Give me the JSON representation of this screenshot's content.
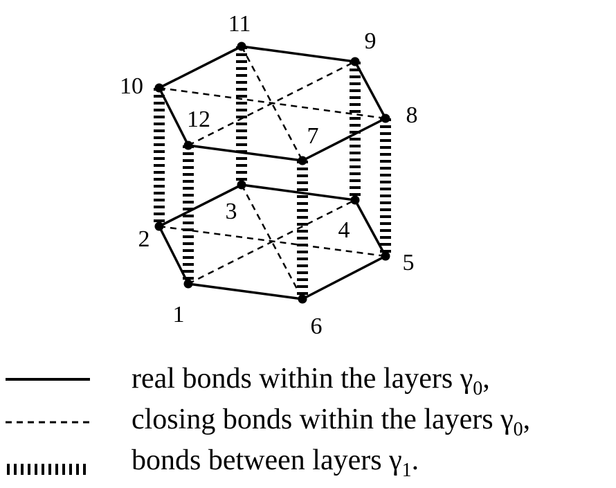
{
  "atoms": [
    {
      "id": "1",
      "label": "1"
    },
    {
      "id": "2",
      "label": "2"
    },
    {
      "id": "3",
      "label": "3"
    },
    {
      "id": "4",
      "label": "4"
    },
    {
      "id": "5",
      "label": "5"
    },
    {
      "id": "6",
      "label": "6"
    },
    {
      "id": "7",
      "label": "7"
    },
    {
      "id": "8",
      "label": "8"
    },
    {
      "id": "9",
      "label": "9"
    },
    {
      "id": "10",
      "label": "10"
    },
    {
      "id": "11",
      "label": "11"
    },
    {
      "id": "12",
      "label": "12"
    }
  ],
  "bonds": {
    "real": [
      [
        "1",
        "2"
      ],
      [
        "1",
        "6"
      ],
      [
        "6",
        "5"
      ],
      [
        "5",
        "4"
      ],
      [
        "4",
        "3"
      ],
      [
        "3",
        "2"
      ],
      [
        "10",
        "11"
      ],
      [
        "11",
        "9"
      ],
      [
        "9",
        "8"
      ],
      [
        "8",
        "7"
      ],
      [
        "7",
        "12"
      ],
      [
        "12",
        "10"
      ]
    ],
    "closing": [
      [
        "2",
        "5"
      ],
      [
        "1",
        "4"
      ],
      [
        "3",
        "6"
      ],
      [
        "10",
        "8"
      ],
      [
        "12",
        "9"
      ],
      [
        "11",
        "7"
      ]
    ],
    "between": [
      [
        "10",
        "2"
      ],
      [
        "12",
        "1"
      ],
      [
        "7",
        "6"
      ],
      [
        "8",
        "5"
      ],
      [
        "9",
        "4"
      ],
      [
        "11",
        "3"
      ]
    ]
  },
  "legend": [
    {
      "style": "real",
      "text": "real bonds within the layers ",
      "symbol": "γ",
      "sub": "0",
      "suffix": ","
    },
    {
      "style": "closing",
      "text": "closing bonds within the layers ",
      "symbol": "γ",
      "sub": "0",
      "suffix": ","
    },
    {
      "style": "between",
      "text": "bonds between layers ",
      "symbol": "γ",
      "sub": "1",
      "suffix": "."
    }
  ]
}
